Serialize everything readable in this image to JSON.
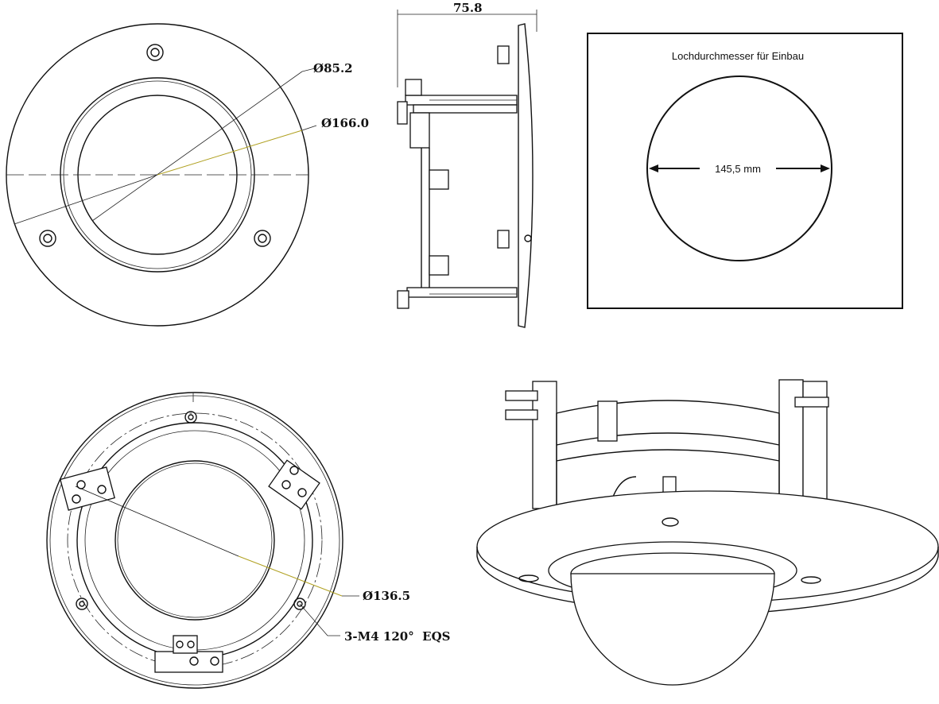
{
  "top_view": {
    "dia_inner": "Ø85.2",
    "dia_outer": "Ø166.0"
  },
  "side_view": {
    "depth": "75.8"
  },
  "cutout": {
    "title": "Lochdurchmesser für Einbau",
    "diameter": "145,5 mm"
  },
  "bottom_view": {
    "dia_mount": "Ø136.5",
    "screws": "3-M4 120°  EQS"
  },
  "colors": {
    "line": "#111111",
    "leader_accent": "#b0a020"
  }
}
